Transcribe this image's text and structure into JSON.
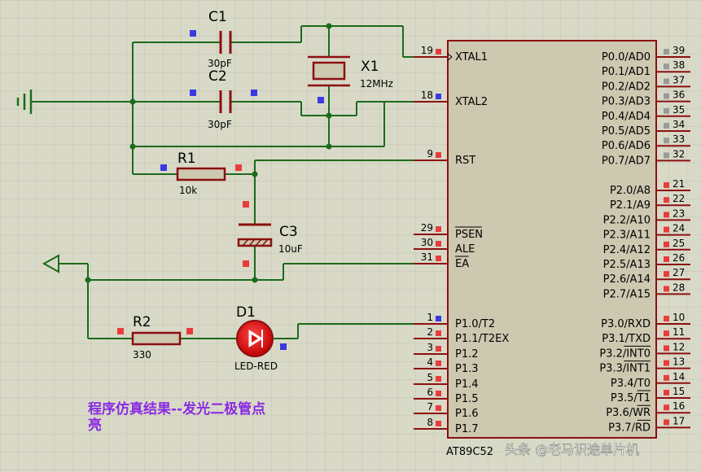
{
  "components": {
    "c1": {
      "ref": "C1",
      "value": "30pF"
    },
    "c2": {
      "ref": "C2",
      "value": "30pF"
    },
    "x1": {
      "ref": "X1",
      "value": "12MHz"
    },
    "r1": {
      "ref": "R1",
      "value": "10k"
    },
    "c3": {
      "ref": "C3",
      "value": "10uF"
    },
    "r2": {
      "ref": "R2",
      "value": "330"
    },
    "d1": {
      "ref": "D1",
      "value": "LED-RED"
    }
  },
  "chip": {
    "name": "AT89C52",
    "left_pins": [
      {
        "num": "19",
        "label": "XTAL1"
      },
      {
        "num": "18",
        "label": "XTAL2"
      },
      {
        "num": "9",
        "label": "RST"
      },
      {
        "num": "29",
        "label": "PSEN"
      },
      {
        "num": "30",
        "label": "ALE"
      },
      {
        "num": "31",
        "label": "EA"
      },
      {
        "num": "1",
        "label": "P1.0/T2"
      },
      {
        "num": "2",
        "label": "P1.1/T2EX"
      },
      {
        "num": "3",
        "label": "P1.2"
      },
      {
        "num": "4",
        "label": "P1.3"
      },
      {
        "num": "5",
        "label": "P1.4"
      },
      {
        "num": "6",
        "label": "P1.5"
      },
      {
        "num": "7",
        "label": "P1.6"
      },
      {
        "num": "8",
        "label": "P1.7"
      }
    ],
    "right_pins": [
      {
        "num": "39",
        "label": "P0.0/AD0"
      },
      {
        "num": "38",
        "label": "P0.1/AD1"
      },
      {
        "num": "37",
        "label": "P0.2/AD2"
      },
      {
        "num": "36",
        "label": "P0.3/AD3"
      },
      {
        "num": "35",
        "label": "P0.4/AD4"
      },
      {
        "num": "34",
        "label": "P0.5/AD5"
      },
      {
        "num": "33",
        "label": "P0.6/AD6"
      },
      {
        "num": "32",
        "label": "P0.7/AD7"
      },
      {
        "num": "21",
        "label": "P2.0/A8"
      },
      {
        "num": "22",
        "label": "P2.1/A9"
      },
      {
        "num": "23",
        "label": "P2.2/A10"
      },
      {
        "num": "24",
        "label": "P2.3/A11"
      },
      {
        "num": "25",
        "label": "P2.4/A12"
      },
      {
        "num": "26",
        "label": "P2.5/A13"
      },
      {
        "num": "27",
        "label": "P2.6/A14"
      },
      {
        "num": "28",
        "label": "P2.7/A15"
      },
      {
        "num": "10",
        "label": "P3.0/RXD"
      },
      {
        "num": "11",
        "label": "P3.1/TXD"
      },
      {
        "num": "12",
        "label": "P3.2/INT0"
      },
      {
        "num": "13",
        "label": "P3.3/INT1"
      },
      {
        "num": "14",
        "label": "P3.4/T0"
      },
      {
        "num": "15",
        "label": "P3.5/T1"
      },
      {
        "num": "16",
        "label": "P3.6/WR"
      },
      {
        "num": "17",
        "label": "P3.7/RD"
      }
    ]
  },
  "caption_line1": "程序仿真结果--发光二极管点",
  "caption_line2": "亮",
  "watermark": "头条 @老马识途单片机",
  "colors": {
    "background": "#d9d9c8",
    "grid": "#c4c4b2",
    "wire": "#1b6b1b",
    "component": "#8c1010",
    "chip_fill": "#cdc8b0",
    "caption": "#8a2be2",
    "pin_marker_active": "#e83c3c",
    "pin_marker_idle": "#9a9a9a",
    "pin_marker_blue": "#3a3ae0"
  }
}
